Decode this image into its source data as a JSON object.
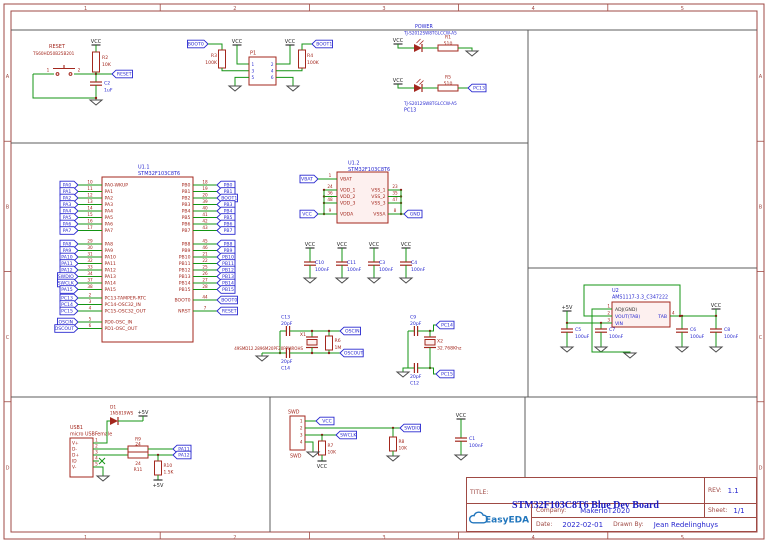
{
  "frame": {
    "cols": [
      "1",
      "2",
      "3",
      "4",
      "5"
    ],
    "rows": [
      "A",
      "B",
      "C",
      "D"
    ]
  },
  "power": {
    "vcc": "VCC",
    "p5v": "+5V"
  },
  "reset": {
    "label": "RESET",
    "part": "TS60HD50B25B201",
    "pin1": "1",
    "pin2": "2",
    "r_ref": "R2",
    "r_val": "10K",
    "c_ref": "C2",
    "c_val": "1uF",
    "flag": "RESET"
  },
  "boot": {
    "ref": "P1",
    "flag0": "BOOT0",
    "flag1": "BOOT1",
    "r3_ref": "R3",
    "r3_val": "100K",
    "r4_ref": "R4",
    "r4_val": "100K",
    "pins_left": [
      "1",
      "3",
      "5"
    ],
    "pins_right": [
      "2",
      "4",
      "6"
    ]
  },
  "led_power": {
    "name": "POWER",
    "part": "TJ-S2012SW8TGLCCW-A5",
    "r_ref": "R1",
    "r_val": "510"
  },
  "led_pc13": {
    "part": "TJ-S2012SW8TGLCCW-A5",
    "des": "PC13",
    "r_ref": "R5",
    "r_val": "510",
    "flag": "PC13"
  },
  "mcu": {
    "ref": "U1.1",
    "part": "STM32F103C8T6",
    "left_groups": [
      [
        {
          "flag": "PA0",
          "num": "10",
          "name": "PA0-WKUP"
        },
        {
          "flag": "PA1",
          "num": "11",
          "name": "PA1"
        },
        {
          "flag": "PA2",
          "num": "12",
          "name": "PA2"
        },
        {
          "flag": "PA3",
          "num": "13",
          "name": "PA3"
        },
        {
          "flag": "PA4",
          "num": "14",
          "name": "PA4"
        },
        {
          "flag": "PA5",
          "num": "15",
          "name": "PA5"
        },
        {
          "flag": "PA6",
          "num": "16",
          "name": "PA6"
        },
        {
          "flag": "PA7",
          "num": "17",
          "name": "PA7"
        }
      ],
      [
        {
          "flag": "PA8",
          "num": "29",
          "name": "PA8"
        },
        {
          "flag": "PA9",
          "num": "30",
          "name": "PA9"
        },
        {
          "flag": "PA10",
          "num": "31",
          "name": "PA10"
        },
        {
          "flag": "PA11",
          "num": "32",
          "name": "PA11"
        },
        {
          "flag": "PA12",
          "num": "33",
          "name": "PA12"
        },
        {
          "flag": "SWDIO",
          "num": "34",
          "name": "PA13"
        },
        {
          "flag": "SWCLK",
          "num": "37",
          "name": "PA14"
        },
        {
          "flag": "PA15",
          "num": "38",
          "name": "PA15"
        }
      ],
      [
        {
          "flag": "PC13",
          "num": "2",
          "name": "PC13-TAMPER-RTC"
        },
        {
          "flag": "PC14",
          "num": "3",
          "name": "PC14-OSC32_IN"
        },
        {
          "flag": "PC15",
          "num": "4",
          "name": "PC15-OSC32_OUT"
        }
      ],
      [
        {
          "flag": "OSCIN",
          "num": "5",
          "name": "PD0-OSC_IN"
        },
        {
          "flag": "OSCOUT",
          "num": "6",
          "name": "PD1-OSC_OUT"
        }
      ]
    ],
    "right_groups": [
      [
        {
          "name": "PB0",
          "num": "18",
          "flag": "PB0"
        },
        {
          "name": "PB1",
          "num": "19",
          "flag": "PB1"
        },
        {
          "name": "PB2",
          "num": "20",
          "flag": "BOOT1"
        },
        {
          "name": "PB3",
          "num": "39",
          "flag": "PB3"
        },
        {
          "name": "PB4",
          "num": "40",
          "flag": "PB4"
        },
        {
          "name": "PB5",
          "num": "41",
          "flag": "PB5"
        },
        {
          "name": "PB6",
          "num": "42",
          "flag": "PB6"
        },
        {
          "name": "PB7",
          "num": "43",
          "flag": "PB7"
        }
      ],
      [
        {
          "name": "PB8",
          "num": "45",
          "flag": "PB8"
        },
        {
          "name": "PB9",
          "num": "46",
          "flag": "PB9"
        },
        {
          "name": "PB10",
          "num": "21",
          "flag": "PB10"
        },
        {
          "name": "PB11",
          "num": "22",
          "flag": "PB11"
        },
        {
          "name": "PB12",
          "num": "25",
          "flag": "PB12"
        },
        {
          "name": "PB13",
          "num": "26",
          "flag": "PB13"
        },
        {
          "name": "PB14",
          "num": "27",
          "flag": "PB14"
        },
        {
          "name": "PB15",
          "num": "28",
          "flag": "PB15"
        }
      ],
      [
        {
          "name": "BOOT0",
          "num": "44",
          "flag": "BOOT0"
        },
        {
          "name": "NRST",
          "num": "7",
          "flag": "RESET"
        }
      ]
    ]
  },
  "mcu_power": {
    "ref": "U1.2",
    "part": "STM32F103C8T6",
    "vbat": {
      "flag": "VBAT",
      "num": "1",
      "name": "VBAT"
    },
    "vdd": [
      {
        "num": "24",
        "name": "VDD_1"
      },
      {
        "num": "36",
        "name": "VDD_2"
      },
      {
        "num": "48",
        "name": "VDD_3"
      }
    ],
    "vdda": {
      "flag": "VCC",
      "num": "9",
      "name": "VDDA"
    },
    "vss": [
      {
        "num": "23",
        "name": "VSS_1"
      },
      {
        "num": "35",
        "name": "VSS_2"
      },
      {
        "num": "47",
        "name": "VSS_3"
      }
    ],
    "vssa": {
      "flag": "GND",
      "num": "8",
      "name": "VSSA"
    }
  },
  "caps_row": [
    {
      "ref": "C10",
      "val": "100nF"
    },
    {
      "ref": "C11",
      "val": "100nF"
    },
    {
      "ref": "C3",
      "val": "100nF"
    },
    {
      "ref": "C4",
      "val": "100nF"
    }
  ],
  "xtal_main": {
    "ref": "X1",
    "part": "49SMD12.2896M20PF20PPMROHS",
    "c_top_ref": "C13",
    "c_top_val": "20pF",
    "c_bot_val": "20pF",
    "c_bot_ref": "C14",
    "r_ref": "R6",
    "r_val": "1M",
    "flag_in": "OSCIN",
    "flag_out": "OSCOUT"
  },
  "xtal_rtc": {
    "ref": "X2",
    "val": "32.768Khz",
    "c_top_ref": "C9",
    "c_top_val": "20pF",
    "c_bot_val": "20pF",
    "c_bot_ref": "C12",
    "flag_top": "PC14",
    "flag_bot": "PC15"
  },
  "regulator": {
    "ref": "U2",
    "part": "AMS1117-3.3_C347222",
    "pin_names": {
      "p1": "ADJ(GND)",
      "p2": "VOUT(TAB)",
      "p3": "VIN",
      "p4": "TAB"
    },
    "pin_nums": {
      "p1": "1",
      "p2": "2",
      "p3": "3",
      "p4": "4"
    },
    "c5_ref": "C5",
    "c5_val": "100uF",
    "c7_ref": "C7",
    "c7_val": "100nF",
    "c6_ref": "C6",
    "c6_val": "100uF",
    "c8_ref": "C8",
    "c8_val": "100nF"
  },
  "usb": {
    "ref": "USB1",
    "part": "micro USBFemale",
    "pins": [
      {
        "num": "1",
        "name": "V+"
      },
      {
        "num": "2",
        "name": "D-"
      },
      {
        "num": "3",
        "name": "D+"
      },
      {
        "num": "4",
        "name": "ID"
      },
      {
        "num": "5",
        "name": "V-"
      }
    ],
    "d_ref": "D1",
    "d_part": "1N5819WS",
    "r9_ref": "R9",
    "r9_val": "24",
    "r11_val": "24",
    "r11_ref": "R11",
    "r10_ref": "R10",
    "r10_val": "1.5K",
    "flag_dm": "PA11",
    "flag_dp": "PA12"
  },
  "swd": {
    "ref": "SWD",
    "label_bottom": "SWD",
    "pins": [
      "1",
      "2",
      "3",
      "4"
    ],
    "flag_vcc": "VCC",
    "flag_swdio": "SWDIO",
    "flag_swclk": "SWCLK",
    "r7_ref": "R7",
    "r7_val": "10K",
    "r8_ref": "R8",
    "r8_val": "10K",
    "c1_ref": "C1",
    "c1_val": "100nF"
  },
  "title_block": {
    "title_label": "TITLE:",
    "title": "STM32F103C8T6 Blue Dev Board",
    "rev_label": "REV:",
    "rev": "1.1",
    "company_label": "Company:",
    "company": "MakerIoT2020",
    "sheet_label": "Sheet:",
    "sheet": "1/1",
    "date_label": "Date:",
    "date": "2022-02-01",
    "drawn_label": "Drawn By:",
    "drawn_by": "Jean Redelinghuys",
    "logo_text": "EasyEDA"
  }
}
